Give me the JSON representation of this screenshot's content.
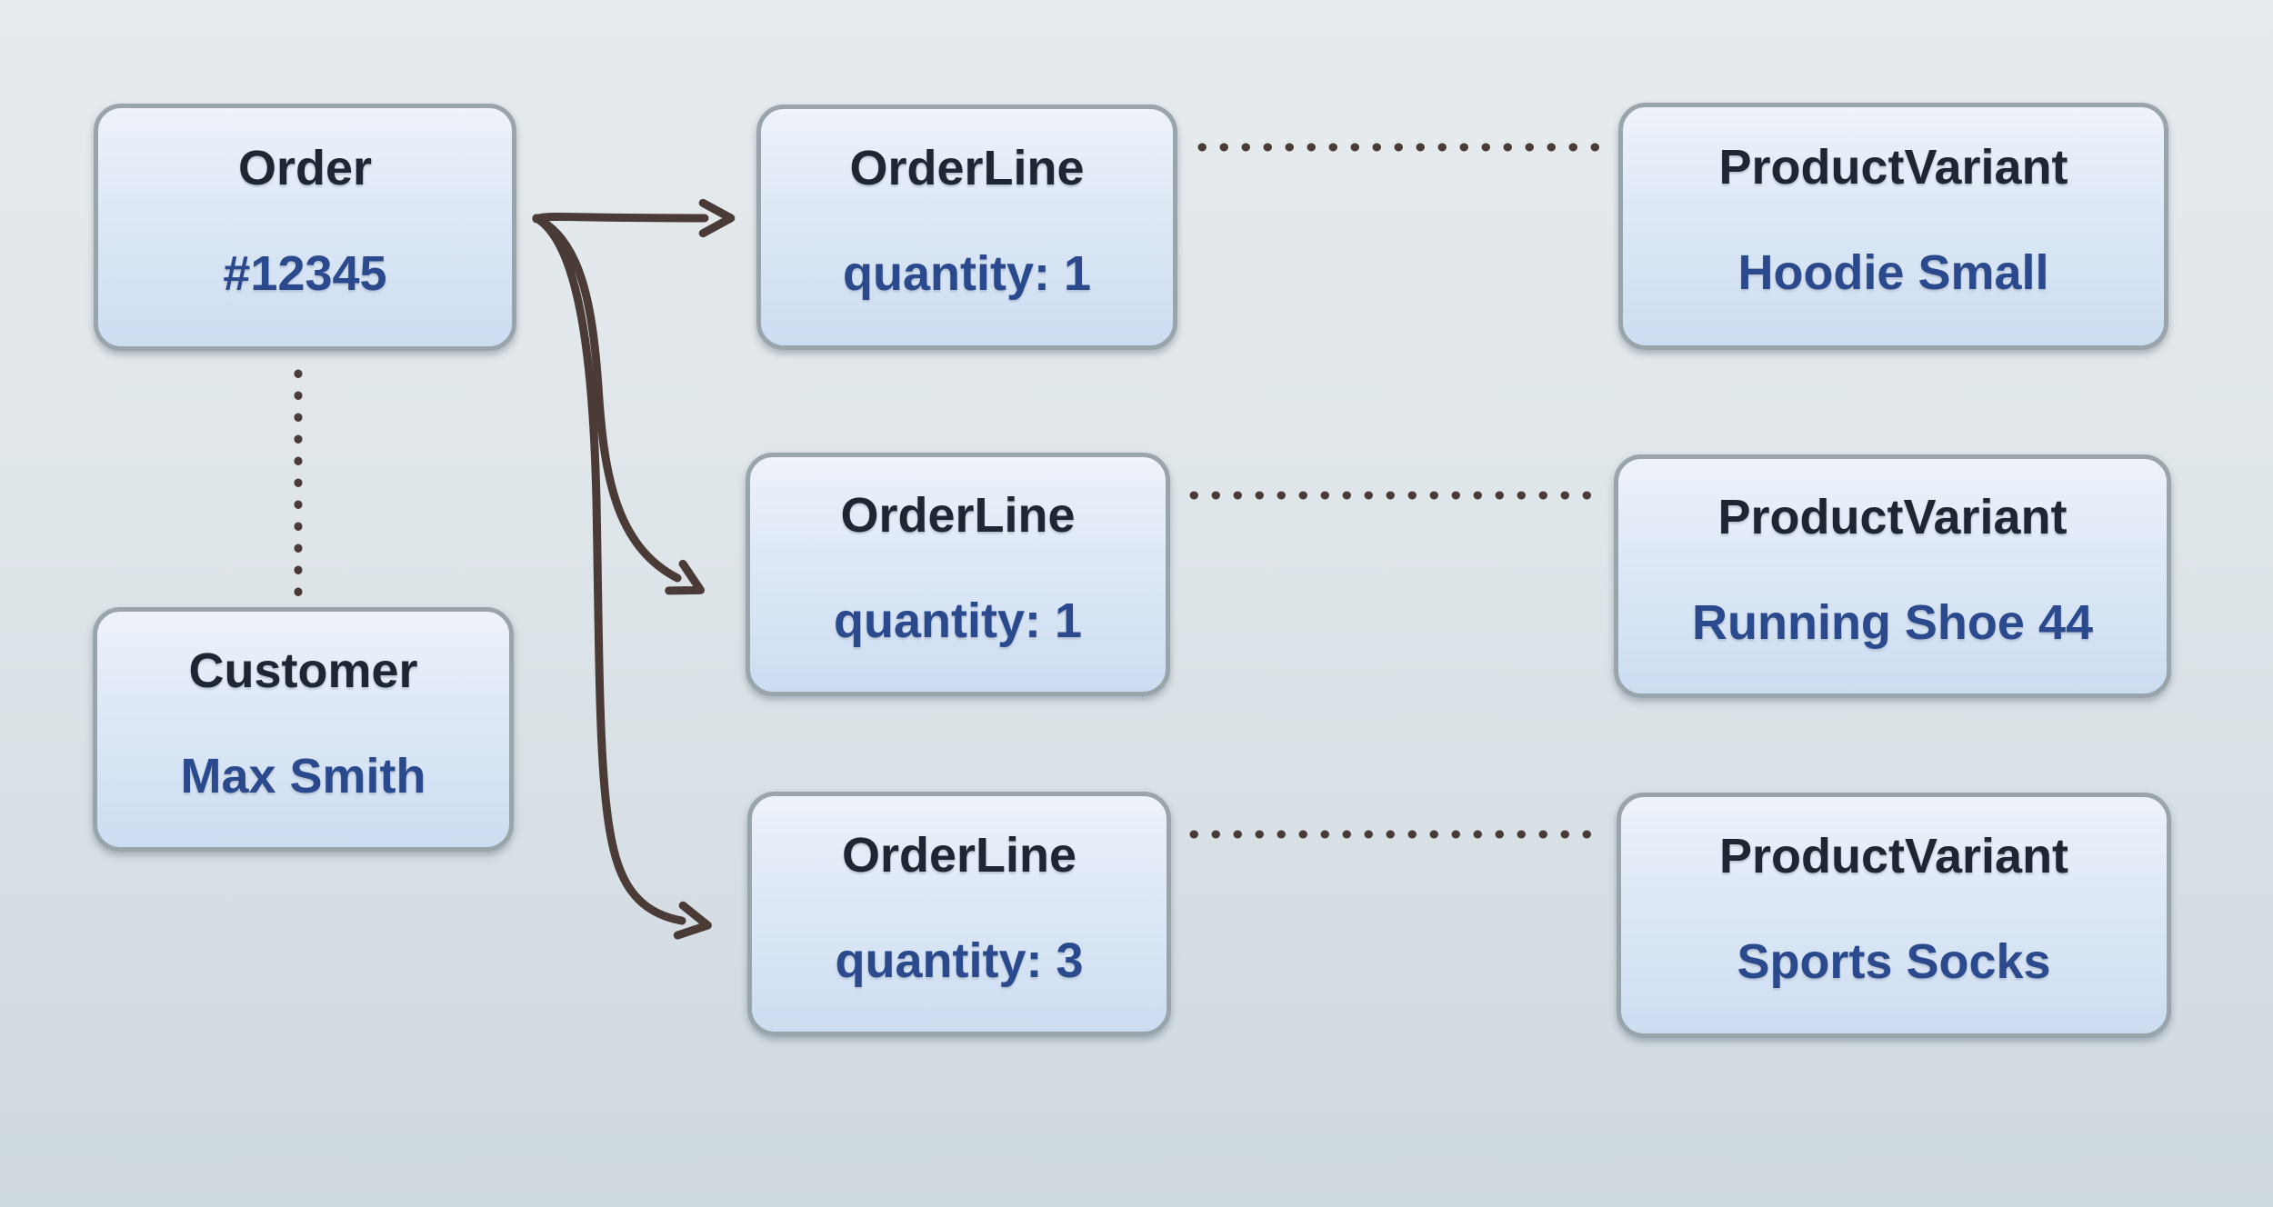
{
  "entities": {
    "order": {
      "title": "Order",
      "value": "#12345"
    },
    "customer": {
      "title": "Customer",
      "value": "Max Smith"
    },
    "order_lines": [
      {
        "title": "OrderLine",
        "value": "quantity: 1"
      },
      {
        "title": "OrderLine",
        "value": "quantity: 1"
      },
      {
        "title": "OrderLine",
        "value": "quantity: 3"
      }
    ],
    "product_variants": [
      {
        "title": "ProductVariant",
        "value": "Hoodie Small"
      },
      {
        "title": "ProductVariant",
        "value": "Running Shoe 44"
      },
      {
        "title": "ProductVariant",
        "value": "Sports Socks"
      }
    ]
  },
  "relationships": [
    {
      "from": "Order #12345",
      "to": "OrderLine quantity: 1 (row 1)",
      "style": "solid-arrow"
    },
    {
      "from": "Order #12345",
      "to": "OrderLine quantity: 1 (row 2)",
      "style": "solid-arrow"
    },
    {
      "from": "Order #12345",
      "to": "OrderLine quantity: 3 (row 3)",
      "style": "solid-arrow"
    },
    {
      "from": "Order #12345",
      "to": "Customer Max Smith",
      "style": "dotted"
    },
    {
      "from": "OrderLine (row 1)",
      "to": "ProductVariant Hoodie Small",
      "style": "dotted"
    },
    {
      "from": "OrderLine (row 2)",
      "to": "ProductVariant Running Shoe 44",
      "style": "dotted"
    },
    {
      "from": "OrderLine (row 3)",
      "to": "ProductVariant Sports Socks",
      "style": "dotted"
    }
  ],
  "colors": {
    "background_top": "#e7ebee",
    "background_bottom": "#cfd9e0",
    "box_fill_top": "#eef2fa",
    "box_fill_bottom": "#ccddf1",
    "box_border": "#9aa4ab",
    "entity_title": "#1e2633",
    "entity_value": "#2b4a8d",
    "connector": "#4a3b37"
  }
}
